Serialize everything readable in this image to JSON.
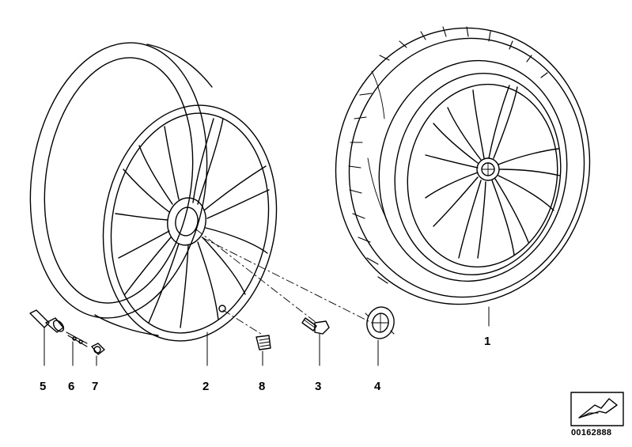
{
  "diagram": {
    "callouts": [
      "5",
      "6",
      "7",
      "2",
      "8",
      "3",
      "4",
      "1"
    ],
    "image_id": "00162888",
    "nav_icon": "arrow-left-icon"
  }
}
